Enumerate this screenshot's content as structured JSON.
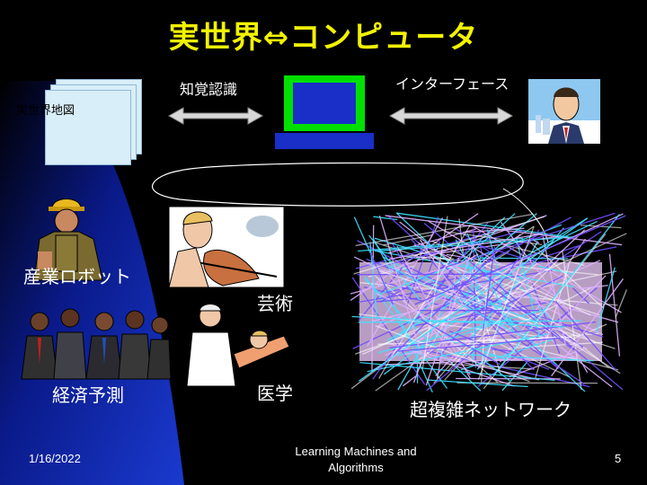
{
  "slide": {
    "title": "実世界⇔コンピュータ",
    "labels": {
      "perception": "知覚認識",
      "interface": "インターフェース",
      "world_map": "実世界地図",
      "robot": "産業ロボット",
      "art": "芸術",
      "economy": "経済予測",
      "medicine": "医学",
      "network": "超複雑ネットワーク"
    },
    "footer": {
      "date": "1/16/2022",
      "course": "Learning Machines and Algorithms",
      "page": "5"
    }
  },
  "colors": {
    "background": "#000000",
    "title": "#f2f200",
    "accent_blue": "#1a2fc8",
    "computer_green": "#00e000",
    "network_cyan": "#40e0ff",
    "network_pink": "#e0b0ff",
    "network_purple": "#7050ff"
  },
  "icons": [
    "document-stack-icon",
    "double-arrow-icon",
    "computer-icon",
    "businessman-icon",
    "worker-icon",
    "violin-player-icon",
    "businessmen-group-icon",
    "doctor-icon",
    "network-tangle-icon"
  ]
}
